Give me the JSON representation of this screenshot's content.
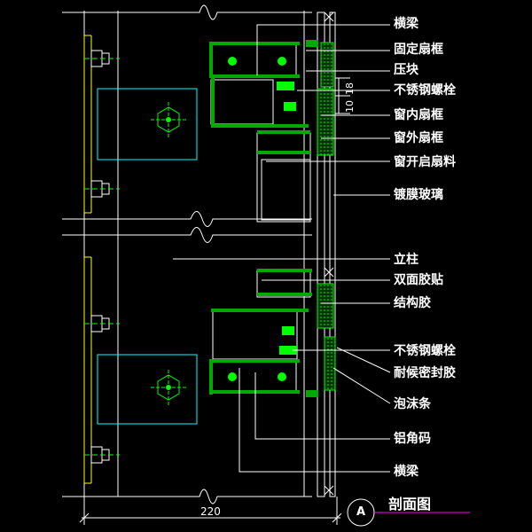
{
  "labels": {
    "l1": "横梁",
    "l2": "固定扇框",
    "l3": "压块",
    "l4": "不锈钢螺栓",
    "l5": "窗内扇框",
    "l6": "窗外扇框",
    "l7": "窗开启扇料",
    "l8": "镀膜玻璃",
    "l9": "立柱",
    "l10": "双面胶贴",
    "l11": "结构胶",
    "l12": "不锈钢螺栓",
    "l13": "耐候密封胶",
    "l14": "泡沫条",
    "l15": "铝角码",
    "l16": "横梁"
  },
  "dims": {
    "width": "220",
    "gap_a": "10",
    "gap_b": "18"
  },
  "section": {
    "mark": "A",
    "title": "剖面图"
  },
  "colors": {
    "line": "#00ff00",
    "fill_green": "#008800",
    "leader": "#ffffff",
    "axis": "#ff00ff",
    "background": "#000000"
  }
}
